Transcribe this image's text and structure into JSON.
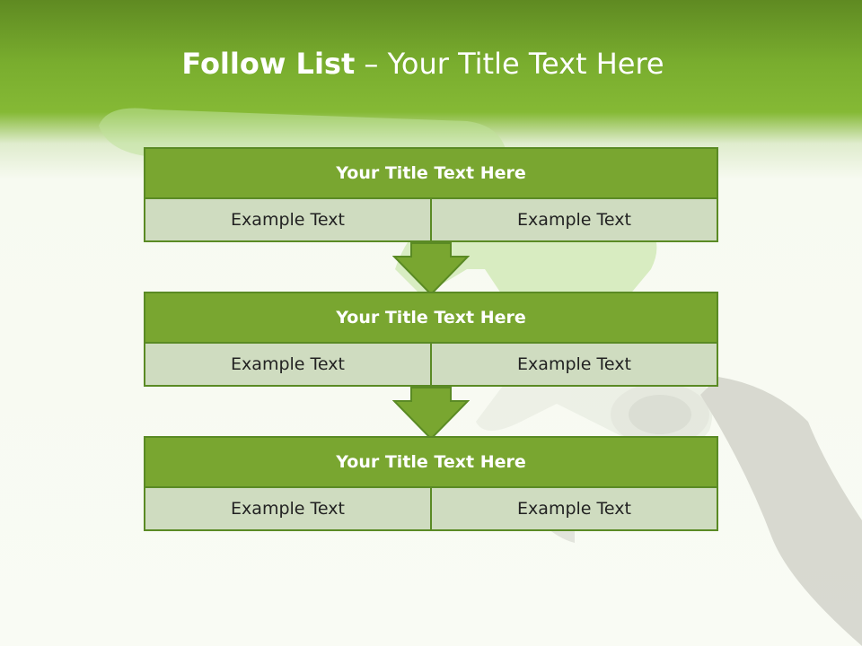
{
  "slide": {
    "title_bold": "Follow List",
    "title_rest": "– Your Title Text Here"
  },
  "colors": {
    "header_green": "#79a630",
    "border_green": "#5a8a24",
    "cell_fill": "#cfdcc0",
    "top_band": "#7aae2f"
  },
  "blocks": [
    {
      "title": "Your Title Text Here",
      "cells": [
        "Example Text",
        "Example Text"
      ]
    },
    {
      "title": "Your Title Text Here",
      "cells": [
        "Example Text",
        "Example Text"
      ]
    },
    {
      "title": "Your Title Text Here",
      "cells": [
        "Example Text",
        "Example Text"
      ]
    }
  ],
  "icons": [
    "down-arrow-icon",
    "down-arrow-icon"
  ]
}
